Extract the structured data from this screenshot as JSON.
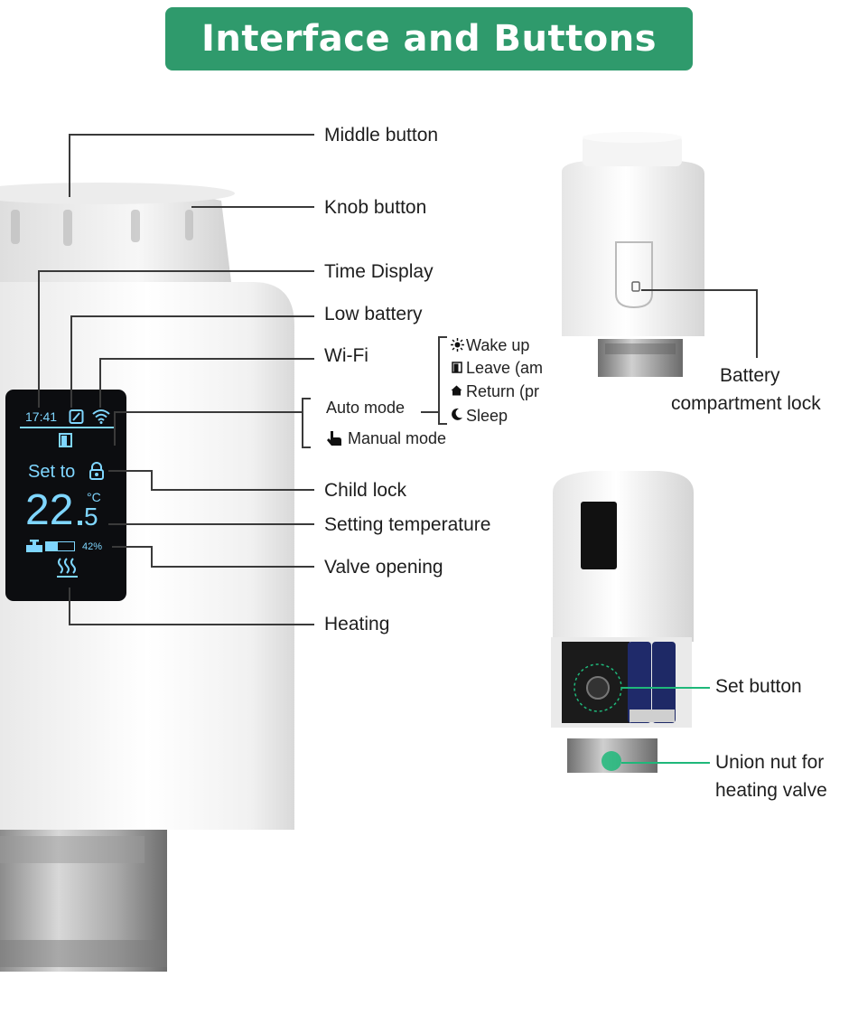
{
  "header": {
    "title": "Interface and Buttons"
  },
  "labels": {
    "middle_button": "Middle button",
    "knob_button": "Knob button",
    "time_display": "Time Display",
    "low_battery": "Low battery",
    "wifi": "Wi-Fi",
    "auto_mode": "Auto mode",
    "manual_mode": "Manual mode",
    "child_lock": "Child lock",
    "setting_temperature": "Setting temperature",
    "valve_opening": "Valve opening",
    "heating": "Heating",
    "battery_lock_line1": "Battery",
    "battery_lock_line2": "compartment lock",
    "set_button": "Set button",
    "union_nut_line1": "Union nut for",
    "union_nut_line2": "heating valve"
  },
  "auto_modes": [
    {
      "label": "Wake up",
      "icon": "sun-icon"
    },
    {
      "label": "Leave (am",
      "icon": "door-icon"
    },
    {
      "label": "Return (pr",
      "icon": "home-icon"
    },
    {
      "label": "Sleep",
      "icon": "moon-icon"
    }
  ],
  "lcd": {
    "time": "17:41",
    "set_to": "Set to",
    "temp_int": "22",
    "temp_dec": "5",
    "temp_unit": "°C",
    "valve_percent": "42%",
    "valve_level": 0.42,
    "text_color": "#7fd6ff"
  },
  "colors": {
    "header_bg": "#2f9a6c",
    "accent_green": "#1fb87a",
    "lcd_bg": "#0c0d10"
  }
}
